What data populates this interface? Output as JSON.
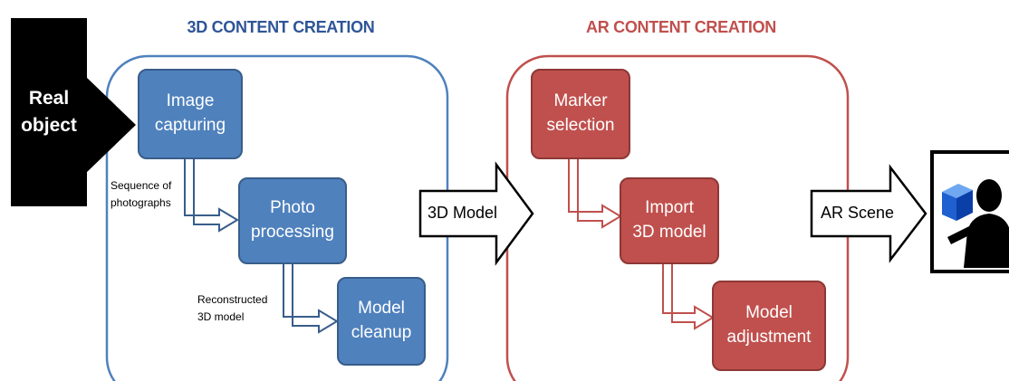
{
  "sections": {
    "left_title": "3D CONTENT CREATION",
    "right_title": "AR CONTENT CREATION"
  },
  "colors": {
    "blue": "#4f81bd",
    "blue_title": "#2e5597",
    "red": "#c0504d",
    "red_title": "#c0504d"
  },
  "input": {
    "label": "Real\nobject"
  },
  "three_d_steps": [
    {
      "label": "Image\ncapturing"
    },
    {
      "label": "Photo\nprocessing"
    },
    {
      "label": "Model\ncleanup"
    }
  ],
  "annotations": {
    "sequence": "Sequence of\nphotographs",
    "reconstructed": "Reconstructed\n3D model"
  },
  "transfer_arrows": {
    "model": "3D Model",
    "scene": "AR Scene"
  },
  "ar_steps": [
    {
      "label": "Marker\nselection"
    },
    {
      "label": "Import\n3D model"
    },
    {
      "label": "Model\nadjustment"
    }
  ],
  "output": {
    "icon": "person-with-cube-icon"
  }
}
